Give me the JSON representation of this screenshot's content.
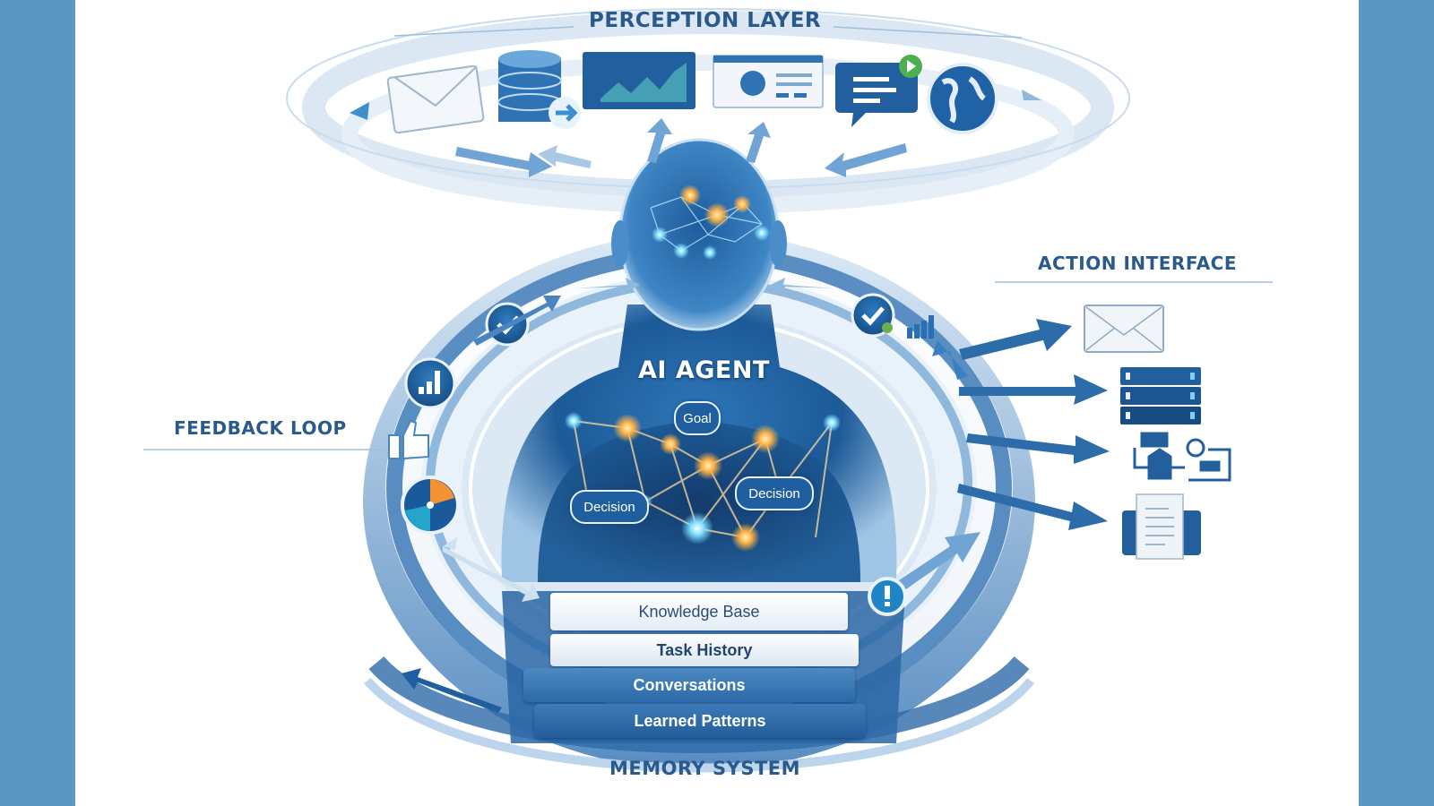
{
  "frame": {
    "side_bar_color": "#5b97c1",
    "canvas_color": "#ffffff"
  },
  "labels": {
    "perception_layer": "PERCEPTION LAYER",
    "action_interface": "ACTION INTERFACE",
    "feedback_loop": "FEEDBACK LOOP",
    "memory_system": "MEMORY SYSTEM",
    "agent": "AI AGENT"
  },
  "agent_core": {
    "nodes": [
      {
        "label": "Goal"
      },
      {
        "label": "Decision"
      },
      {
        "label": "Decision"
      }
    ]
  },
  "perception_inputs": [
    {
      "icon": "envelope-icon"
    },
    {
      "icon": "database-icon"
    },
    {
      "icon": "chart-dashboard-icon"
    },
    {
      "icon": "web-page-icon"
    },
    {
      "icon": "chat-bubble-icon"
    },
    {
      "icon": "globe-icon"
    }
  ],
  "action_outputs": [
    {
      "icon": "envelope-icon"
    },
    {
      "icon": "server-stack-icon"
    },
    {
      "icon": "workflow-gear-icon"
    },
    {
      "icon": "document-printer-icon"
    }
  ],
  "feedback_icons": [
    {
      "icon": "bar-chart-icon"
    },
    {
      "icon": "checkmark-icon"
    },
    {
      "icon": "thumbs-up-icon"
    },
    {
      "icon": "pie-chart-icon"
    },
    {
      "icon": "checkmark-icon"
    },
    {
      "icon": "signal-bars-icon"
    },
    {
      "icon": "alert-icon"
    }
  ],
  "memory_layers": [
    {
      "label": "Knowledge Base"
    },
    {
      "label": "Task History"
    },
    {
      "label": "Conversations"
    },
    {
      "label": "Learned Patterns"
    }
  ],
  "colors": {
    "primary_blue": "#1f5fa0",
    "dark_blue": "#1b4f86",
    "light_blue": "#9cc3e3",
    "label_text": "#2a5a8c",
    "glow_orange": "#ffb347",
    "glow_cyan": "#7fe0ff"
  }
}
